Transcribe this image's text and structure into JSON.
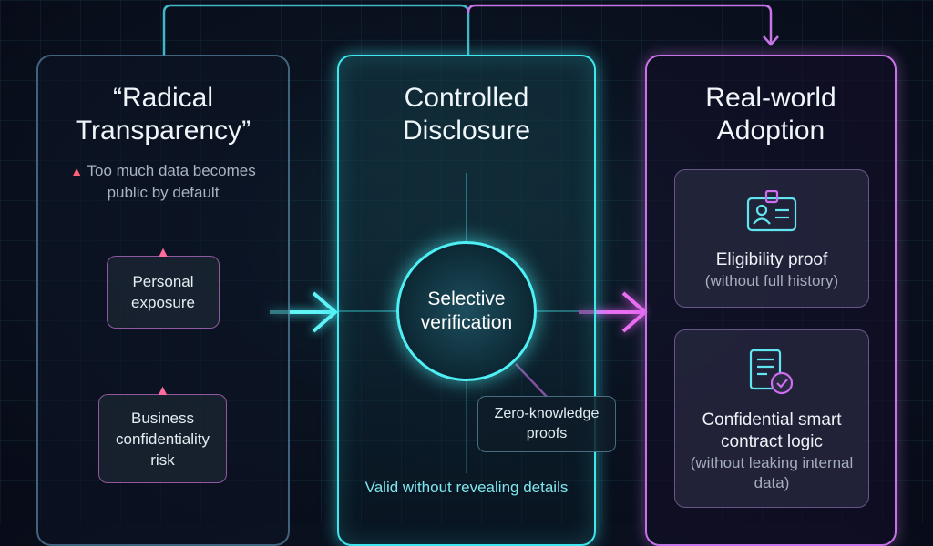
{
  "columns": {
    "left": {
      "title": "“Radical\nTransparency”",
      "warning": "Too much data becomes public by default",
      "cards": [
        {
          "label": "Personal exposure"
        },
        {
          "label": "Business confidentiality risk"
        }
      ]
    },
    "center": {
      "title": "Controlled\nDisclosure",
      "hub": "Selective verification",
      "zk": "Zero-knowledge proofs",
      "note": "Valid without revealing details"
    },
    "right": {
      "title": "Real-world\nAdoption",
      "cards": [
        {
          "label": "Eligibility proof",
          "sub": "(without full history)",
          "icon": "id-badge-icon"
        },
        {
          "label": "Confidential smart contract logic",
          "sub": "(without leaking internal data)",
          "icon": "document-check-icon"
        }
      ]
    }
  },
  "colors": {
    "cyan": "#3fe8ef",
    "magenta": "#e25cf0",
    "warning": "#ff5f78"
  }
}
